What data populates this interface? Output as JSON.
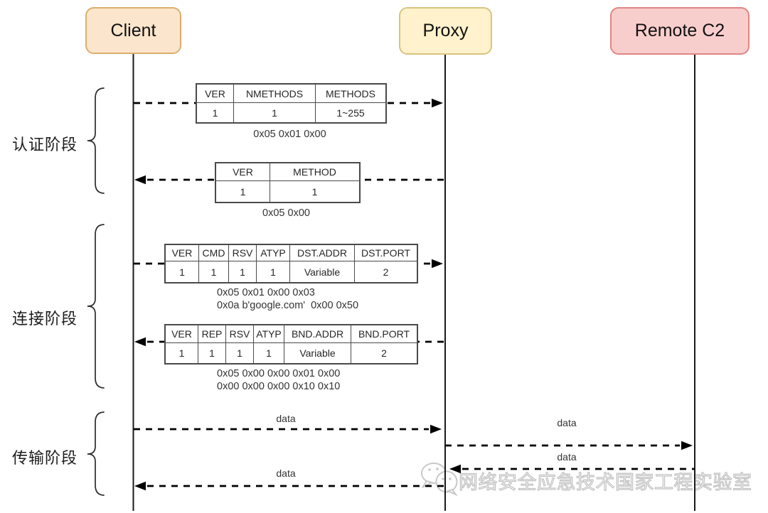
{
  "diagram": {
    "actors": [
      {
        "id": "client",
        "label": "Client"
      },
      {
        "id": "proxy",
        "label": "Proxy"
      },
      {
        "id": "remote_c2",
        "label": "Remote C2"
      }
    ],
    "phases": [
      {
        "label": "认证阶段"
      },
      {
        "label": "连接阶段"
      },
      {
        "label": "传输阶段"
      }
    ],
    "messages": {
      "auth_request": {
        "headers": [
          "VER",
          "NMETHODS",
          "METHODS"
        ],
        "values": [
          "1",
          "1",
          "1~255"
        ],
        "caption": "0x05 0x01 0x00"
      },
      "auth_reply": {
        "headers": [
          "VER",
          "METHOD"
        ],
        "values": [
          "1",
          "1"
        ],
        "caption": "0x05 0x00"
      },
      "connect_request": {
        "headers": [
          "VER",
          "CMD",
          "RSV",
          "ATYP",
          "DST.ADDR",
          "DST.PORT"
        ],
        "values": [
          "1",
          "1",
          "1",
          "1",
          "Variable",
          "2"
        ],
        "caption_line1": "0x05 0x01 0x00 0x03",
        "caption_line2": "0x0a b'google.com'  0x00 0x50"
      },
      "connect_reply": {
        "headers": [
          "VER",
          "REP",
          "RSV",
          "ATYP",
          "BND.ADDR",
          "BND.PORT"
        ],
        "values": [
          "1",
          "1",
          "1",
          "1",
          "Variable",
          "2"
        ],
        "caption_line1": "0x05 0x00 0x00 0x01 0x00",
        "caption_line2": "0x00 0x00 0x00 0x10 0x10"
      },
      "data_flow": {
        "client_to_proxy": "data",
        "proxy_to_remote": "data",
        "remote_to_proxy": "data",
        "proxy_to_client": "data"
      }
    },
    "watermark": {
      "icon": "wechat-icon",
      "text": "网络安全应急技术国家工程实验室"
    },
    "colors": {
      "client_fill": "#FBE5CC",
      "client_border": "#DCAE6B",
      "proxy_fill": "#FFF2CC",
      "proxy_border": "#D8C47E",
      "remote_fill": "#F8CECC",
      "remote_border": "#E08584",
      "line": "#000000",
      "watermark": "#C2C2C2"
    }
  }
}
